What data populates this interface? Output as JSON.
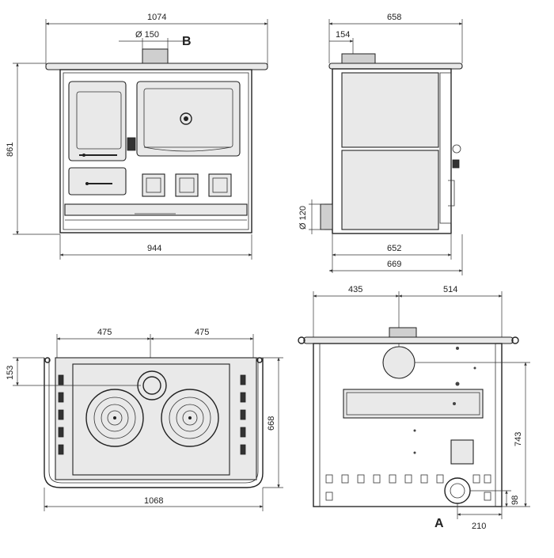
{
  "front_view": {
    "width_top": "1074",
    "flue_diameter": "Ø 150",
    "flue_marker": "B",
    "height": "861",
    "width_base": "944"
  },
  "side_view": {
    "depth_top": "658",
    "flue_offset": "154",
    "inlet_diameter": "Ø 120",
    "depth_body": "652",
    "depth_total": "669"
  },
  "top_view": {
    "left_half": "475",
    "right_half": "475",
    "flue_from_back": "153",
    "depth": "668",
    "width": "1068"
  },
  "rear_view": {
    "left_to_flue": "435",
    "flue_to_right": "514",
    "flue_height": "743",
    "inlet_height": "98",
    "inlet_offset": "210",
    "inlet_marker": "A"
  }
}
